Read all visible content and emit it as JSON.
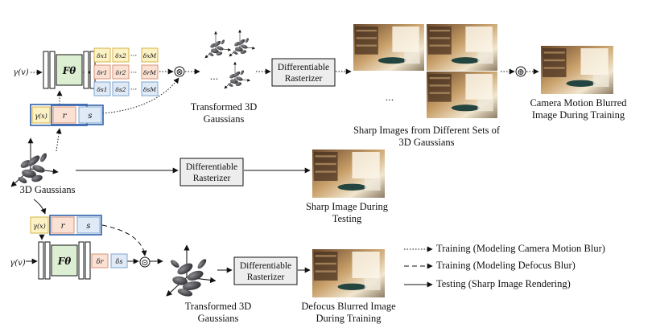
{
  "inputs": {
    "gamma_v": "γ(v)",
    "gamma_x": "γ(x)"
  },
  "network": {
    "label": "Fθ"
  },
  "attributes": {
    "r": "r",
    "s": "s"
  },
  "offsets": {
    "dx": [
      "δx1",
      "δx2",
      "δxM"
    ],
    "dr": [
      "δr1",
      "δr2",
      "δrM"
    ],
    "ds": [
      "δs1",
      "δs2",
      "δsM"
    ],
    "ellipsis": "···"
  },
  "defocus_offsets": {
    "dr": "δr",
    "ds": "δs"
  },
  "rasterizer": "Differentiable Rasterizer",
  "labels": {
    "transformed_top": "Transformed 3D Gaussians",
    "sharp_sets": "Sharp Images from Different Sets of 3D Gaussians",
    "camera_motion": "Camera Motion Blurred Image During Training",
    "gaussians": "3D Gaussians",
    "sharp_testing": "Sharp Image During Testing",
    "transformed_bottom": "Transformed 3D Gaussians",
    "defocus": "Defocus Blurred Image During Training",
    "dots": "···"
  },
  "operators": {
    "product": "⊗",
    "sum": "⊕",
    "dot": "⊙"
  },
  "legend": [
    {
      "style": "dotted",
      "label": "Training (Modeling Camera Motion Blur)"
    },
    {
      "style": "dashed",
      "label": "Training (Modeling Defocus Blur)"
    },
    {
      "style": "solid",
      "label": "Testing (Sharp Image Rendering)"
    }
  ],
  "colors": {
    "network_fill": "#dcefd2",
    "dx_fill": "#fdf2c4",
    "dx_stroke": "#d6b44a",
    "dr_fill": "#fbe1d4",
    "dr_stroke": "#d99375",
    "ds_fill": "#dfeaf6",
    "ds_stroke": "#7ea6cf",
    "attr_group_stroke": "#2d5fa8",
    "gaussian": "#4a4a4e"
  }
}
